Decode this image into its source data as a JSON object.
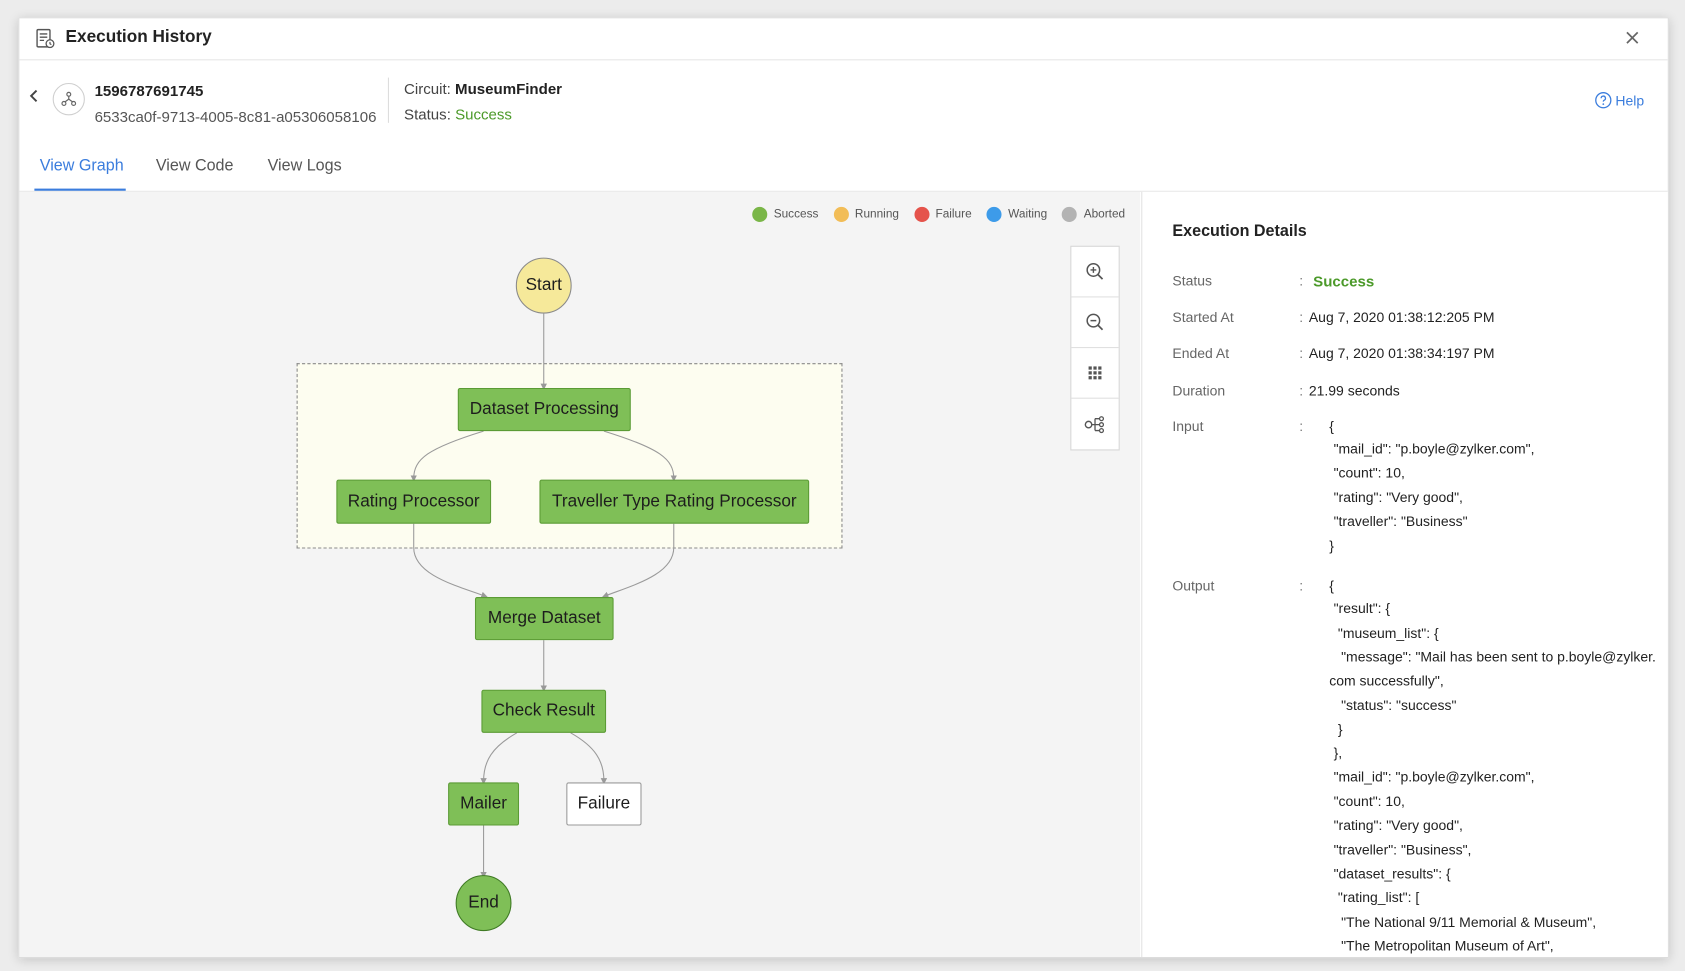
{
  "window": {
    "title": "Execution History"
  },
  "execution": {
    "id": "1596787691745",
    "uuid": "6533ca0f-9713-4005-8c81-a05306058106",
    "circuit_label": "Circuit:",
    "circuit_name": "MuseumFinder",
    "status_label": "Status:",
    "status_value": "Success"
  },
  "help_label": "Help",
  "tabs": [
    {
      "label": "View Graph"
    },
    {
      "label": "View Code"
    },
    {
      "label": "View Logs"
    }
  ],
  "legend": [
    {
      "label": "Success",
      "color": "#7ab648"
    },
    {
      "label": "Running",
      "color": "#f2bd57"
    },
    {
      "label": "Failure",
      "color": "#e5534b"
    },
    {
      "label": "Waiting",
      "color": "#3d9be9"
    },
    {
      "label": "Aborted",
      "color": "#b3b3b3"
    }
  ],
  "graph": {
    "start": "Start",
    "end": "End",
    "nodes": {
      "dataset_processing": "Dataset Processing",
      "rating_processor": "Rating Processor",
      "traveller_processor": "Traveller Type Rating Processor",
      "merge_dataset": "Merge Dataset",
      "check_result": "Check Result",
      "mailer": "Mailer",
      "failure": "Failure"
    }
  },
  "details": {
    "title": "Execution Details",
    "status_label": "Status",
    "status_value": "Success",
    "started_label": "Started At",
    "started_value": "Aug 7, 2020 01:38:12:205 PM",
    "ended_label": "Ended At",
    "ended_value": "Aug 7, 2020 01:38:34:197 PM",
    "duration_label": "Duration",
    "duration_value": "21.99 seconds",
    "input_label": "Input",
    "output_label": "Output",
    "colon": ":",
    "input_lines": [
      "{",
      "\"mail_id\": \"p.boyle@zylker.com\",",
      "\"count\": 10,",
      "\"rating\": \"Very good\",",
      "\"traveller\": \"Business\"",
      "}"
    ],
    "output_lines": [
      "{",
      "\"result\": {",
      "\"museum_list\": {",
      "\"message\": \"Mail has been sent to p.boyle@zylker.",
      "com successfully\",",
      "\"status\": \"success\"",
      "}",
      "},",
      "\"mail_id\": \"p.boyle@zylker.com\",",
      "\"count\": 10,",
      "\"rating\": \"Very good\",",
      "\"traveller\": \"Business\",",
      "\"dataset_results\": {",
      "\"rating_list\": [",
      "\"The National 9/11 Memorial & Museum\",",
      "\"The Metropolitan Museum of Art\","
    ]
  }
}
